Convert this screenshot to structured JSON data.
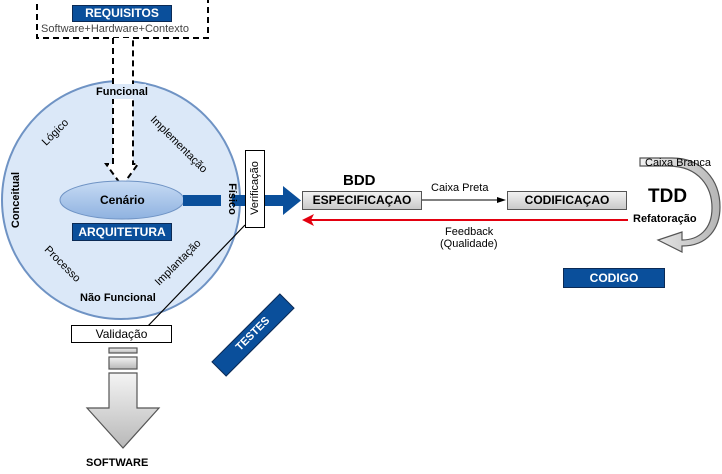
{
  "requisitos": {
    "title": "REQUISITOS",
    "subtitle": "Software+Hardware+Contexto"
  },
  "circle": {
    "top_label": "Funcional",
    "bottom_label": "Não Funcional",
    "left_label": "Conceitual",
    "right_label": "Físico",
    "upper_left": "Lógico",
    "upper_right": "Implementação",
    "lower_left": "Processo",
    "lower_right": "Implantação",
    "center": "Cenário",
    "center_box": "ARQUITETURA"
  },
  "verificacao": "Verificação",
  "validacao": "Validação",
  "testes": "TESTES",
  "software": "SOFTWARE",
  "bdd": {
    "title": "BDD",
    "especificacao": "ESPECIFICAÇAO",
    "caixa_preta": "Caixa Preta",
    "codificacao": "CODIFICAÇAO",
    "feedback_line1": "Feedback",
    "feedback_line2": "(Qualidade)"
  },
  "tdd": {
    "title": "TDD",
    "caixa_branca": "Caixa Branca",
    "refatoracao": "Refatoração"
  },
  "codigo": "CODIGO",
  "colors": {
    "brand_blue": "#0a4f9b",
    "circle_fill": "#dbe8f8",
    "circle_stroke": "#6f93c4",
    "feedback_red": "#e3000f"
  }
}
